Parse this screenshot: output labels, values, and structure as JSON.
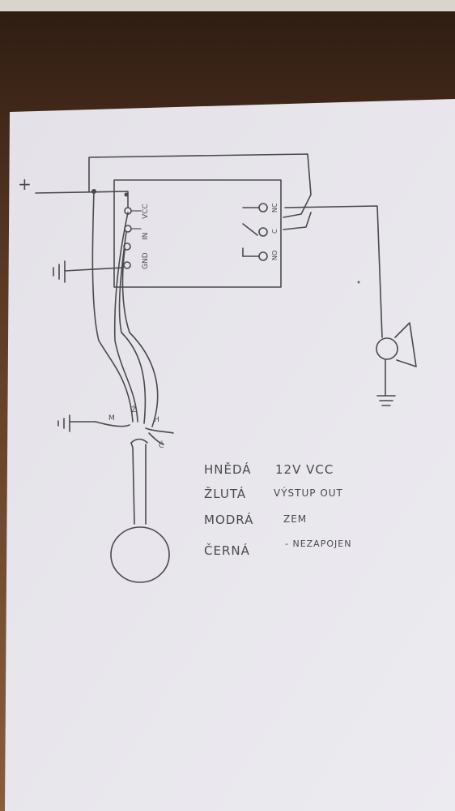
{
  "colors": {
    "table_top": "#3a2416",
    "table_mid": "#7a5234",
    "paper": "#e6e4ea",
    "ink": "#4a4a4a"
  },
  "module": {
    "left_pins": [
      "VCC",
      "IN",
      "GND"
    ],
    "right_pins": [
      "NC",
      "C",
      "NO"
    ]
  },
  "power_label": "+",
  "sensor_wires": [
    "H",
    "Ž",
    "M",
    "Č"
  ],
  "legend": [
    {
      "color": "HNĚDÁ",
      "meaning": "12V VCC"
    },
    {
      "color": "ŽLUTÁ",
      "meaning": "VÝSTUP OUT"
    },
    {
      "color": "MODRÁ",
      "meaning": "ZEM"
    },
    {
      "color": "ČERNÁ",
      "meaning": "- NEZAPOJEN"
    }
  ]
}
